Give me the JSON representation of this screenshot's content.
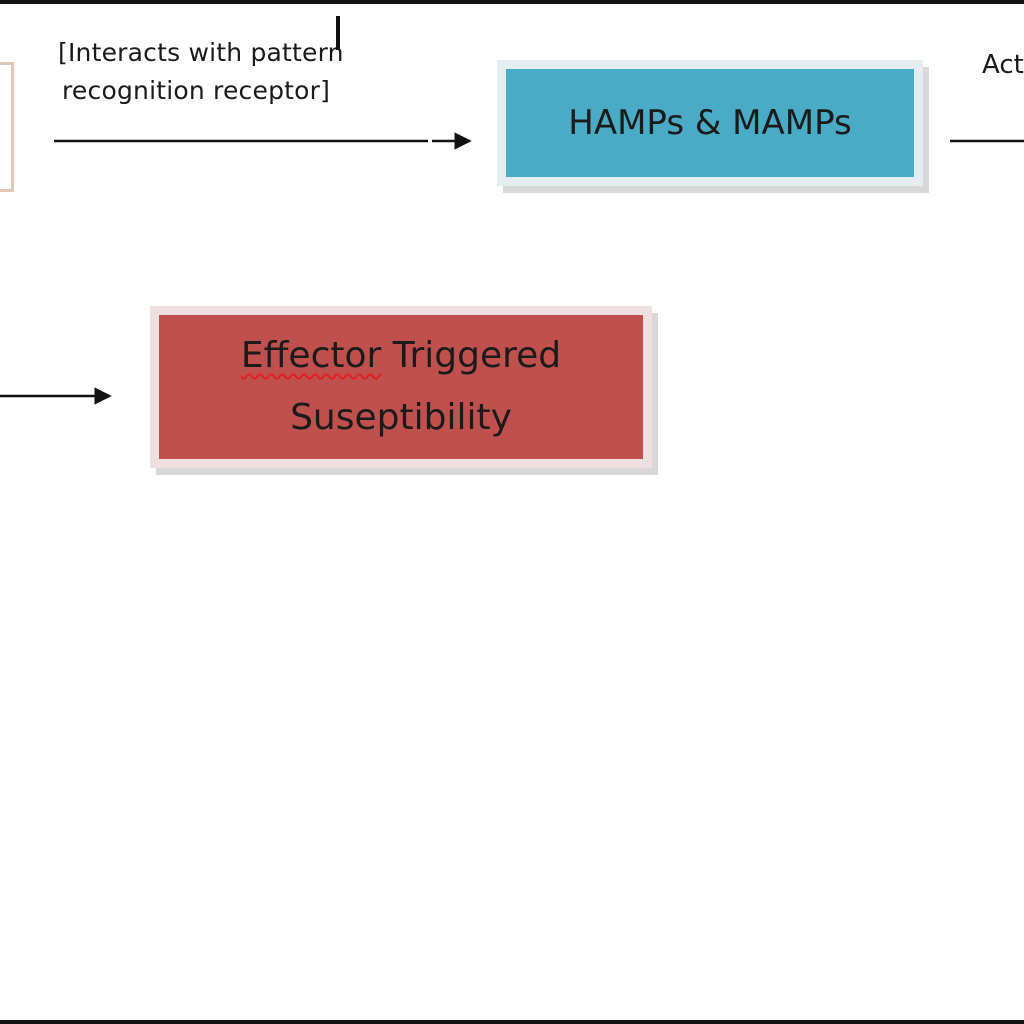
{
  "diagram": {
    "edge_top_label": {
      "line1": "[Interacts with pattern",
      "line2": "recognition receptor]"
    },
    "hamps_node": {
      "label": "HAMPs & MAMPs"
    },
    "ets_node": {
      "line1_word1": "Effector",
      "line1_rest": " Triggered",
      "line2": "Suseptibility"
    },
    "right_edge_label": "Act"
  },
  "colors": {
    "hamps_fill": "#4aabc6",
    "ets_fill": "#c0504d",
    "cut_box_border": "#e4c4b2"
  }
}
